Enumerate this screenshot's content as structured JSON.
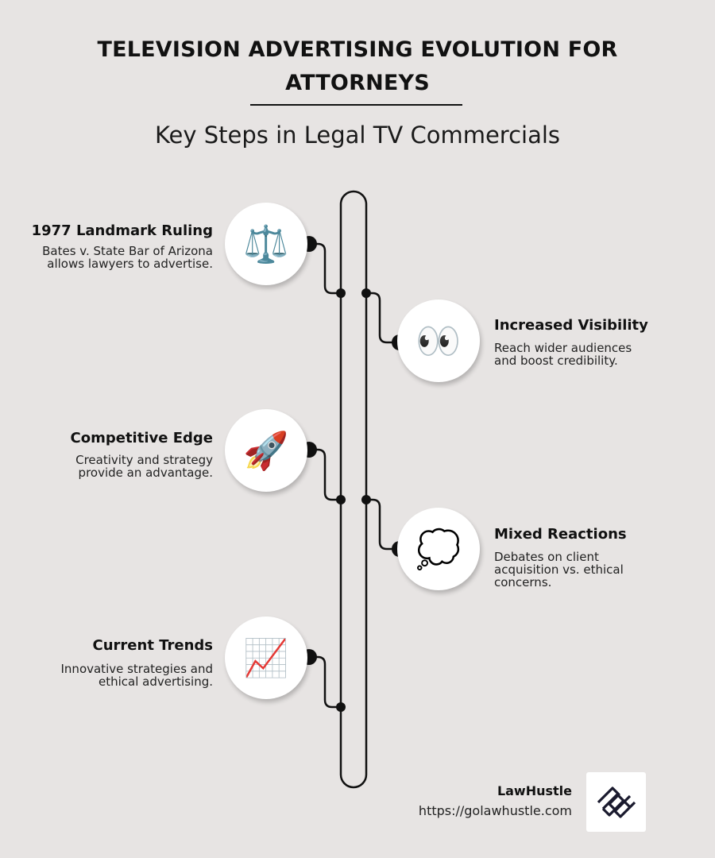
{
  "header": {
    "title_line1": "TELEVISION ADVERTISING EVOLUTION FOR",
    "title_line2": "ATTORNEYS",
    "subtitle": "Key Steps in Legal TV Commercials"
  },
  "steps": [
    {
      "title": "1977 Landmark Ruling",
      "desc": "Bates v. State Bar of Arizona allows lawyers to advertise.",
      "icon": "balance-scale-icon",
      "glyph": "⚖️"
    },
    {
      "title": "Increased Visibility",
      "desc": "Reach wider audiences and boost credibility.",
      "icon": "eyes-icon",
      "glyph": "👀"
    },
    {
      "title": "Competitive Edge",
      "desc": "Creativity and strategy provide an advantage.",
      "icon": "rocket-icon",
      "glyph": "🚀"
    },
    {
      "title": "Mixed Reactions",
      "desc": "Debates on client acquisition vs. ethical concerns.",
      "icon": "thought-bubble-icon",
      "glyph": "💭"
    },
    {
      "title": "Current Trends",
      "desc": "Innovative strategies and ethical advertising.",
      "icon": "chart-increasing-icon",
      "glyph": "📈"
    }
  ],
  "footer": {
    "brand": "LawHustle",
    "url": "https://golawhustle.com"
  },
  "colors": {
    "background": "#e7e4e3",
    "line": "#111111",
    "circle": "#ffffff"
  }
}
